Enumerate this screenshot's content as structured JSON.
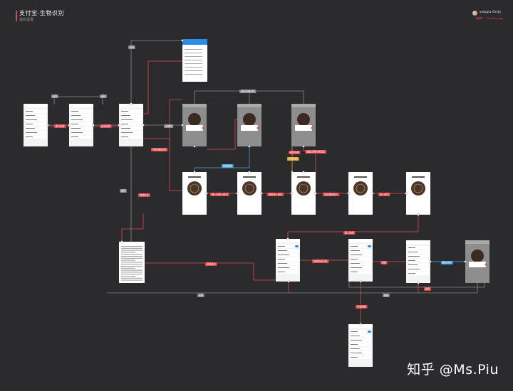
{
  "header": {
    "title": "支付宝-生物识别",
    "subtitle": "指纹设置",
    "user_name": "xiaopiu-Orsty",
    "user_meta": "编辑于 · 2 months ago"
  },
  "watermark": "知乎 @Ms.Piu",
  "colors": {
    "bg": "#2b2b2d",
    "red": "#e0484f",
    "gray": "#8a8a8a",
    "blue": "#4aa3e0",
    "orange": "#e0a030"
  },
  "screens": [
    {
      "name": "screen-account-settings",
      "kind": "list"
    },
    {
      "name": "screen-security",
      "kind": "list"
    },
    {
      "name": "screen-biometric-settings",
      "kind": "list"
    },
    {
      "name": "screen-dialog-top",
      "kind": "dialog"
    },
    {
      "name": "screen-fingerprint-verify-1",
      "kind": "verify-dim"
    },
    {
      "name": "screen-fingerprint-verify-2",
      "kind": "verify-dim"
    },
    {
      "name": "screen-fingerprint-verify-3",
      "kind": "verify-dim"
    },
    {
      "name": "screen-fingerprint-scan-1",
      "kind": "scan"
    },
    {
      "name": "screen-fingerprint-scan-2",
      "kind": "scan"
    },
    {
      "name": "screen-fingerprint-scan-3",
      "kind": "scan"
    },
    {
      "name": "screen-fingerprint-scan-4",
      "kind": "scan"
    },
    {
      "name": "screen-fingerprint-scan-5",
      "kind": "scan"
    },
    {
      "name": "screen-agreement",
      "kind": "doc"
    },
    {
      "name": "screen-toggle-settings",
      "kind": "list"
    },
    {
      "name": "screen-toggle-on",
      "kind": "list"
    },
    {
      "name": "screen-face-setup",
      "kind": "list"
    },
    {
      "name": "screen-face-verify-dim",
      "kind": "verify-dim"
    },
    {
      "name": "screen-result",
      "kind": "list"
    }
  ],
  "labels": [
    {
      "text": "返回",
      "color": "gray"
    },
    {
      "text": "返回",
      "color": "gray"
    },
    {
      "text": "返回",
      "color": "gray"
    },
    {
      "text": "账户设置",
      "color": "red"
    },
    {
      "text": "安全设置",
      "color": "red"
    },
    {
      "text": "无指纹",
      "color": "gray"
    },
    {
      "text": "返回生物识别",
      "color": "gray"
    },
    {
      "text": "开启指纹支付",
      "color": "red"
    },
    {
      "text": "设置指纹",
      "color": "blue"
    },
    {
      "text": "开启失败",
      "color": "orange"
    },
    {
      "text": "指纹识别失败验证",
      "color": "red"
    },
    {
      "text": "查看协议",
      "color": "red"
    },
    {
      "text": "返回",
      "color": "gray"
    },
    {
      "text": "第一次录入成功",
      "color": "red"
    },
    {
      "text": "指纹录入成功",
      "color": "red"
    },
    {
      "text": "验证指纹录入",
      "color": "red"
    },
    {
      "text": "录入成功",
      "color": "red"
    },
    {
      "text": "录入完成",
      "color": "red"
    },
    {
      "text": "设置成功",
      "color": "red"
    },
    {
      "text": "勾选同意开启",
      "color": "red"
    },
    {
      "text": "返回",
      "color": "red"
    },
    {
      "text": "开启刷脸",
      "color": "red"
    },
    {
      "text": "确认开启",
      "color": "blue"
    },
    {
      "text": "关闭",
      "color": "red"
    },
    {
      "text": "返回",
      "color": "gray"
    },
    {
      "text": "返回",
      "color": "gray"
    },
    {
      "text": "刷脸失败",
      "color": "red"
    }
  ]
}
